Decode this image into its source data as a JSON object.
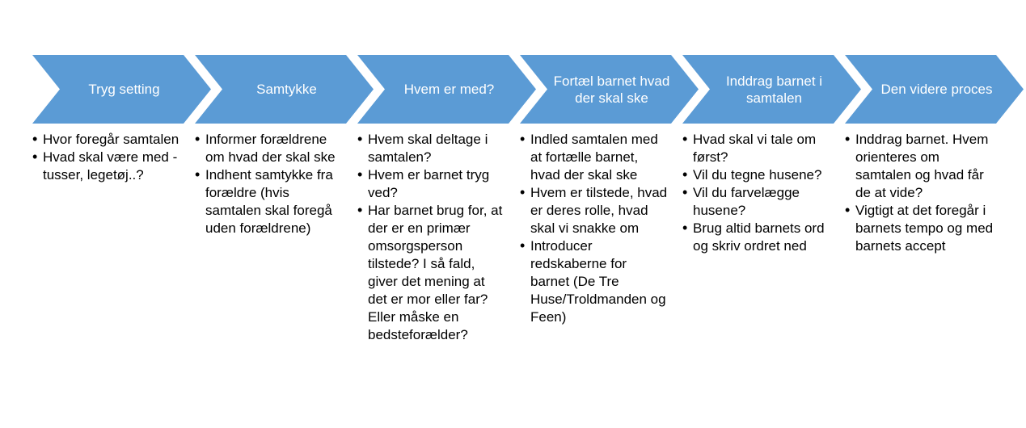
{
  "diagram": {
    "type": "chevron-process",
    "background_color": "#ffffff",
    "arrow_color": "#5b9bd5",
    "arrow_text_color": "#ffffff",
    "body_text_color": "#000000"
  },
  "stages": [
    {
      "label": "Tryg setting",
      "bullets": [
        "Hvor foregår samtalen",
        "Hvad skal være med - tusser, legetøj..?"
      ]
    },
    {
      "label": "Samtykke",
      "bullets": [
        "Informer forældrene om hvad der skal ske",
        "Indhent samtykke fra forældre (hvis samtalen skal foregå uden forældrene)"
      ]
    },
    {
      "label": "Hvem er med?",
      "bullets": [
        "Hvem skal deltage i samtalen?",
        "Hvem er barnet tryg ved?",
        "Har barnet brug for, at der er en primær omsorgsperson tilstede? I så fald, giver det mening at det er mor eller far? Eller måske en bedsteforælder?"
      ]
    },
    {
      "label": "Fortæl barnet hvad der skal ske",
      "bullets": [
        "Indled samtalen med at fortælle barnet, hvad der skal ske",
        "Hvem er tilstede, hvad er deres rolle, hvad skal vi snakke om",
        "Introducer redskaberne for barnet (De Tre Huse/Troldmanden og Feen)"
      ]
    },
    {
      "label": "Inddrag barnet i samtalen",
      "bullets": [
        "Hvad skal vi tale om først?",
        "Vil du tegne husene?",
        "Vil du farvelægge husene?",
        "Brug altid barnets ord og skriv ordret ned"
      ]
    },
    {
      "label": "Den videre proces",
      "bullets": [
        "Inddrag barnet. Hvem orienteres om samtalen og hvad får de at vide?",
        "Vigtigt at det foregår i barnets tempo og med barnets accept"
      ]
    }
  ]
}
